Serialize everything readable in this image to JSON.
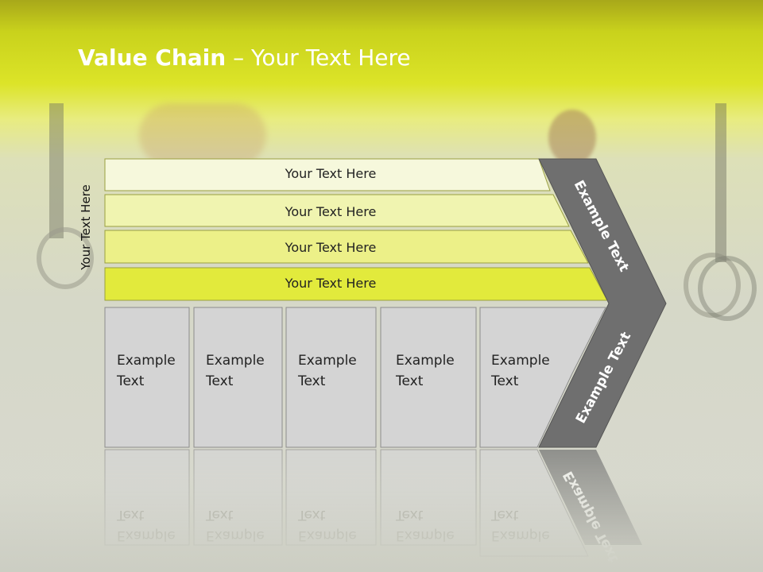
{
  "title": {
    "bold": "Value Chain",
    "rest": " – Your Text Here"
  },
  "side_label": "Your Text Here",
  "bars": [
    {
      "label": "Your Text Here",
      "color": "#f6f8dc"
    },
    {
      "label": "Your Text Here",
      "color": "#f0f4b0"
    },
    {
      "label": "Your Text Here",
      "color": "#ecf088"
    },
    {
      "label": "Your Text Here",
      "color": "#e2ea3c"
    }
  ],
  "boxes": [
    {
      "line1": "Example",
      "line2": "Text"
    },
    {
      "line1": "Example",
      "line2": "Text"
    },
    {
      "line1": "Example",
      "line2": "Text"
    },
    {
      "line1": "Example",
      "line2": "Text"
    },
    {
      "line1": "Example",
      "line2": "Text"
    }
  ],
  "chevron": {
    "upper_label": "Example Text",
    "lower_label": "Example Text",
    "color": "#6f6f6f"
  },
  "colors": {
    "box_fill": "#d4d4d4",
    "box_stroke": "#8c8c8c",
    "bar_stroke": "#9aa040"
  }
}
